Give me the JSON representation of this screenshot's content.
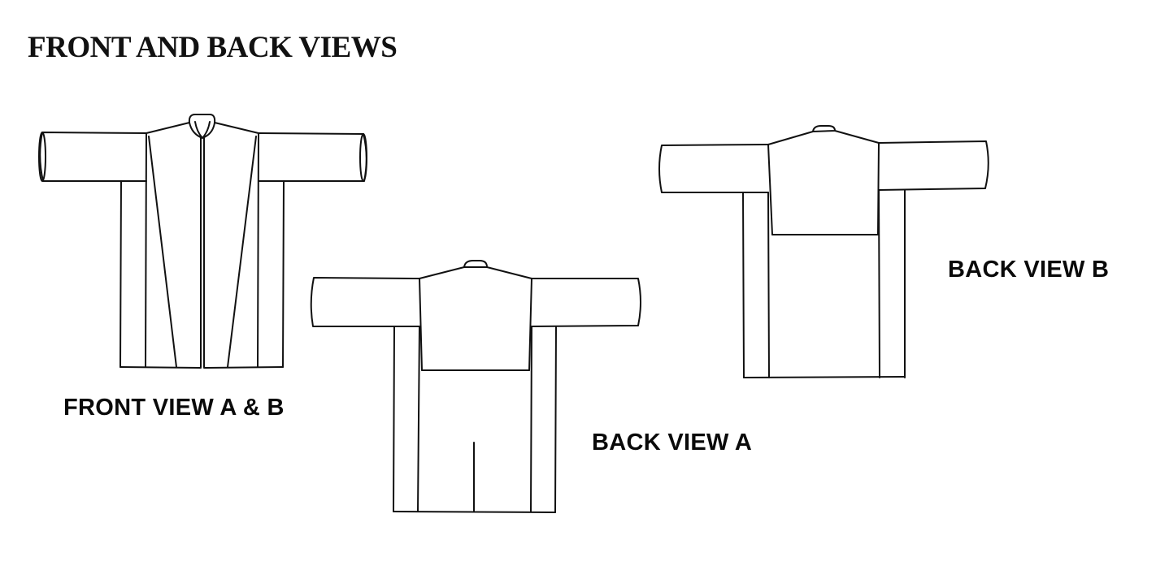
{
  "page": {
    "title": "FRONT AND BACK VIEWS"
  },
  "views": [
    {
      "id": "front",
      "label": "FRONT VIEW A & B",
      "icon": "garment-front-view-illustration"
    },
    {
      "id": "back_a",
      "label": "BACK VIEW A",
      "icon": "garment-back-view-a-illustration"
    },
    {
      "id": "back_b",
      "label": "BACK VIEW B",
      "icon": "garment-back-view-b-illustration"
    }
  ],
  "colors": {
    "background": "#ffffff",
    "ink": "#111111"
  }
}
